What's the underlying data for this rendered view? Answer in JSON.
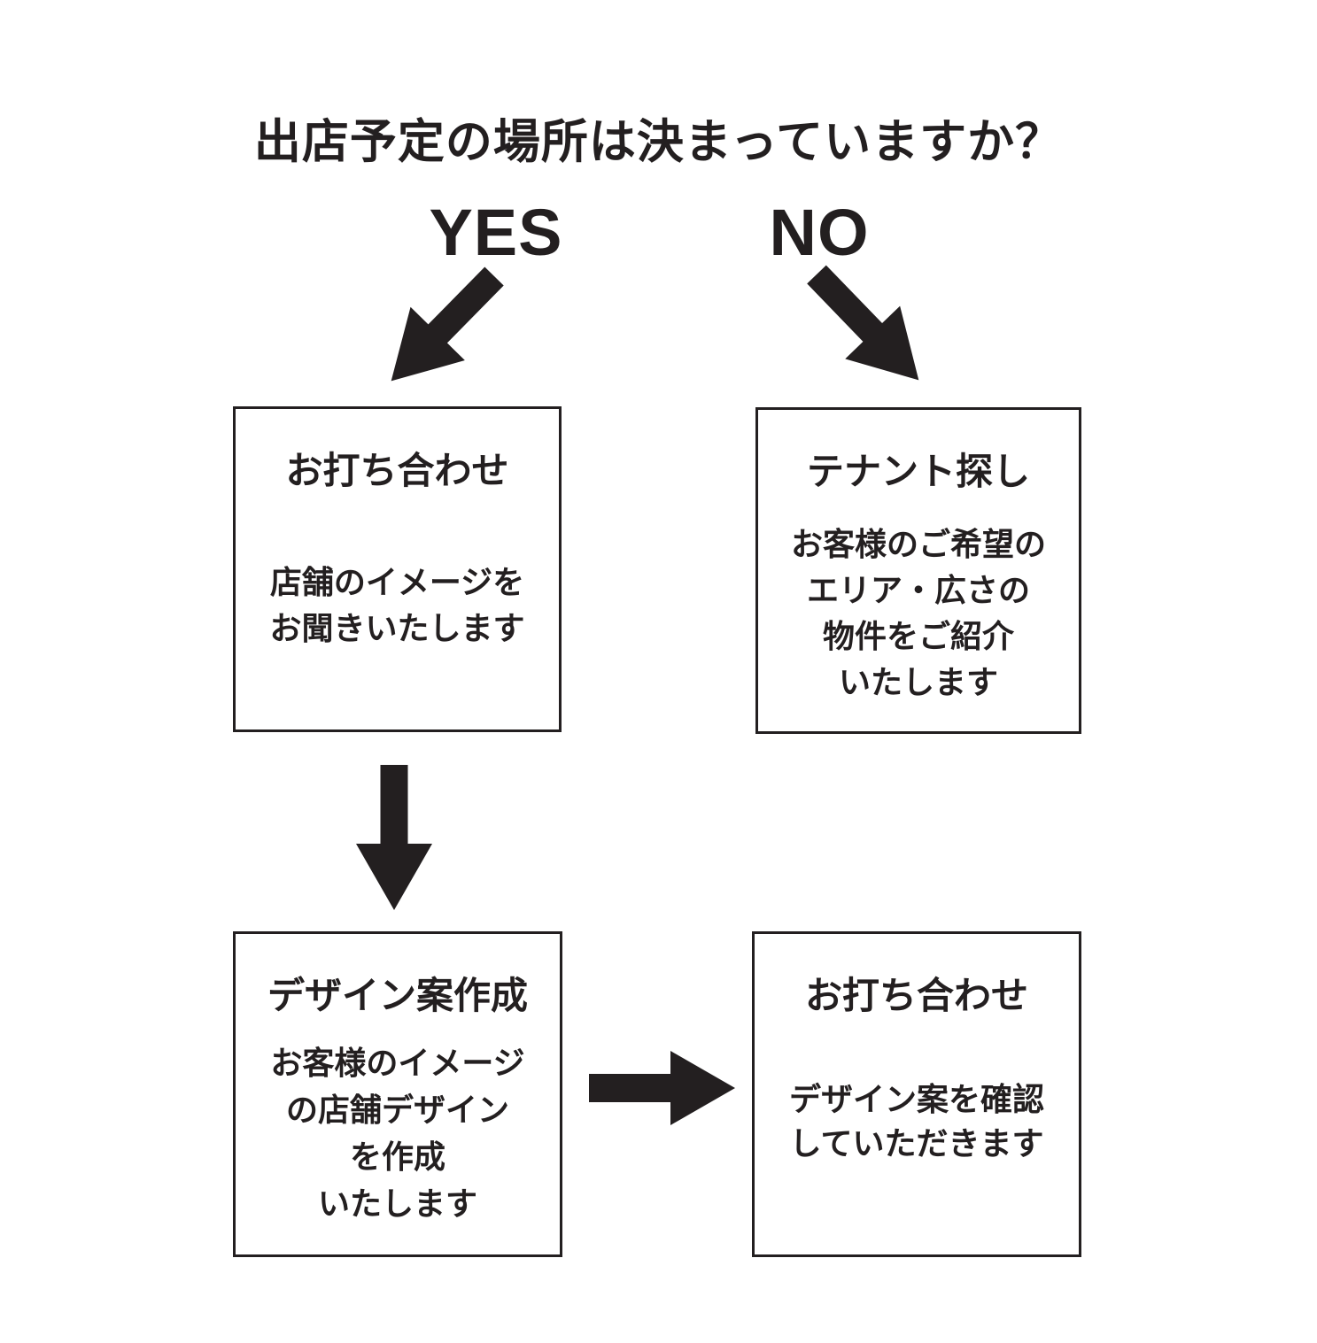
{
  "page": {
    "background": "#ffffff",
    "ink": "#231f20"
  },
  "title": "出店予定の場所は決まっていますか？",
  "branches": {
    "yes": "YES",
    "no": "NO"
  },
  "boxes": [
    {
      "title": "お打ち合わせ",
      "lines": [
        "店舗のイメージを",
        "お聞きいたします"
      ]
    },
    {
      "title": "テナント探し",
      "lines": [
        "お客様のご希望の",
        "エリア・広さの",
        "物件をご紹介",
        "いたします"
      ]
    },
    {
      "title": "デザイン案作成",
      "lines": [
        "お客様のイメージ",
        "の店舗デザイン",
        "を作成",
        "いたします"
      ]
    },
    {
      "title": "お打ち合わせ",
      "lines": [
        "デザイン案を確認",
        "していただきます"
      ]
    }
  ],
  "icons": {
    "yes_arrow": "diagonal-down-left-arrow",
    "no_arrow": "diagonal-down-right-arrow",
    "step_arrow": "down-arrow",
    "link_arrow": "right-arrow"
  }
}
